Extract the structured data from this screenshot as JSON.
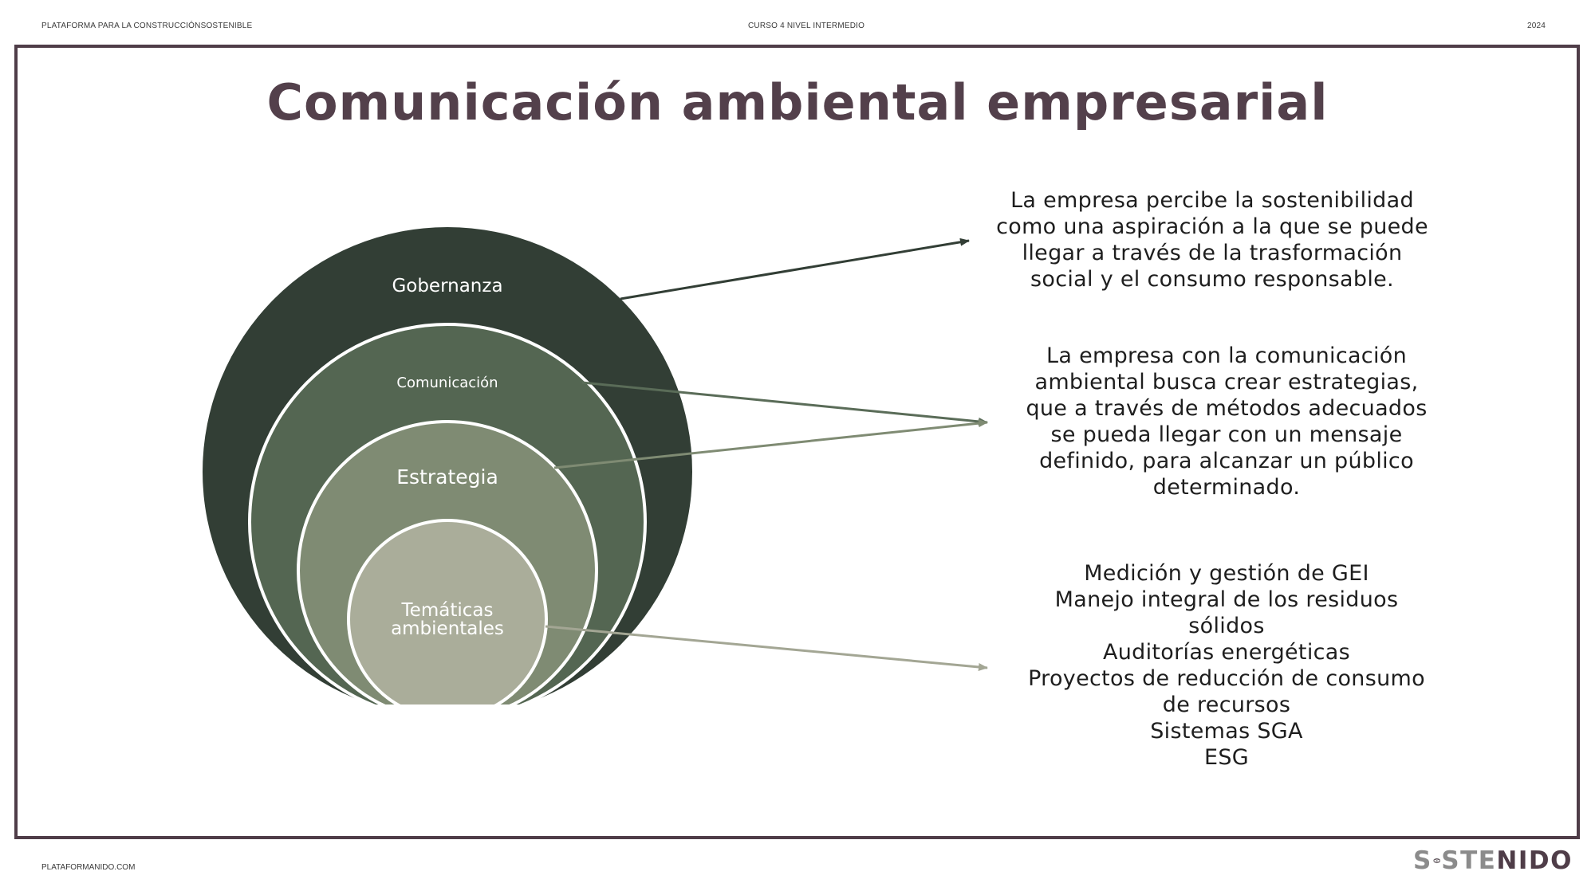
{
  "header": {
    "left": "PLATAFORMA PARA LA CONSTRUCCIÓNSOSTENIBLE",
    "center": "CURSO 4 NIVEL INTERMEDIO",
    "right": "2024"
  },
  "title": "Comunicación ambiental empresarial",
  "circles": {
    "gobernanza": "Gobernanza",
    "comunicacion": "Comunicación",
    "estrategia": "Estrategia",
    "tematicas_line1": "Temáticas",
    "tematicas_line2": "ambientales"
  },
  "descriptions": {
    "top": [
      "La empresa percibe la sostenibilidad",
      "como una aspiración a la que se puede",
      "llegar a través de la trasformación",
      "social y el consumo responsable."
    ],
    "middle": [
      "La empresa con la comunicación",
      "ambiental busca crear estrategias,",
      "que a través de métodos adecuados",
      "se pueda llegar con un mensaje",
      "definido, para alcanzar un público",
      "determinado."
    ],
    "bottom": [
      "Medición y gestión de GEI",
      "Manejo integral de los residuos",
      "sólidos",
      "Auditorías energéticas",
      "Proyectos de reducción de consumo",
      "de recursos",
      "Sistemas SGA",
      "ESG"
    ]
  },
  "footer": {
    "left": "PLATAFORMANIDO.COM",
    "logo_left": "S",
    "logo_mid": "STE",
    "logo_right": "NIDO"
  },
  "colors": {
    "frame": "#4f3d48",
    "title": "#53404b",
    "circle_outer": "#323e35",
    "circle_2": "#546652",
    "circle_3": "#7f8b73",
    "circle_inner": "#aaad9a"
  }
}
